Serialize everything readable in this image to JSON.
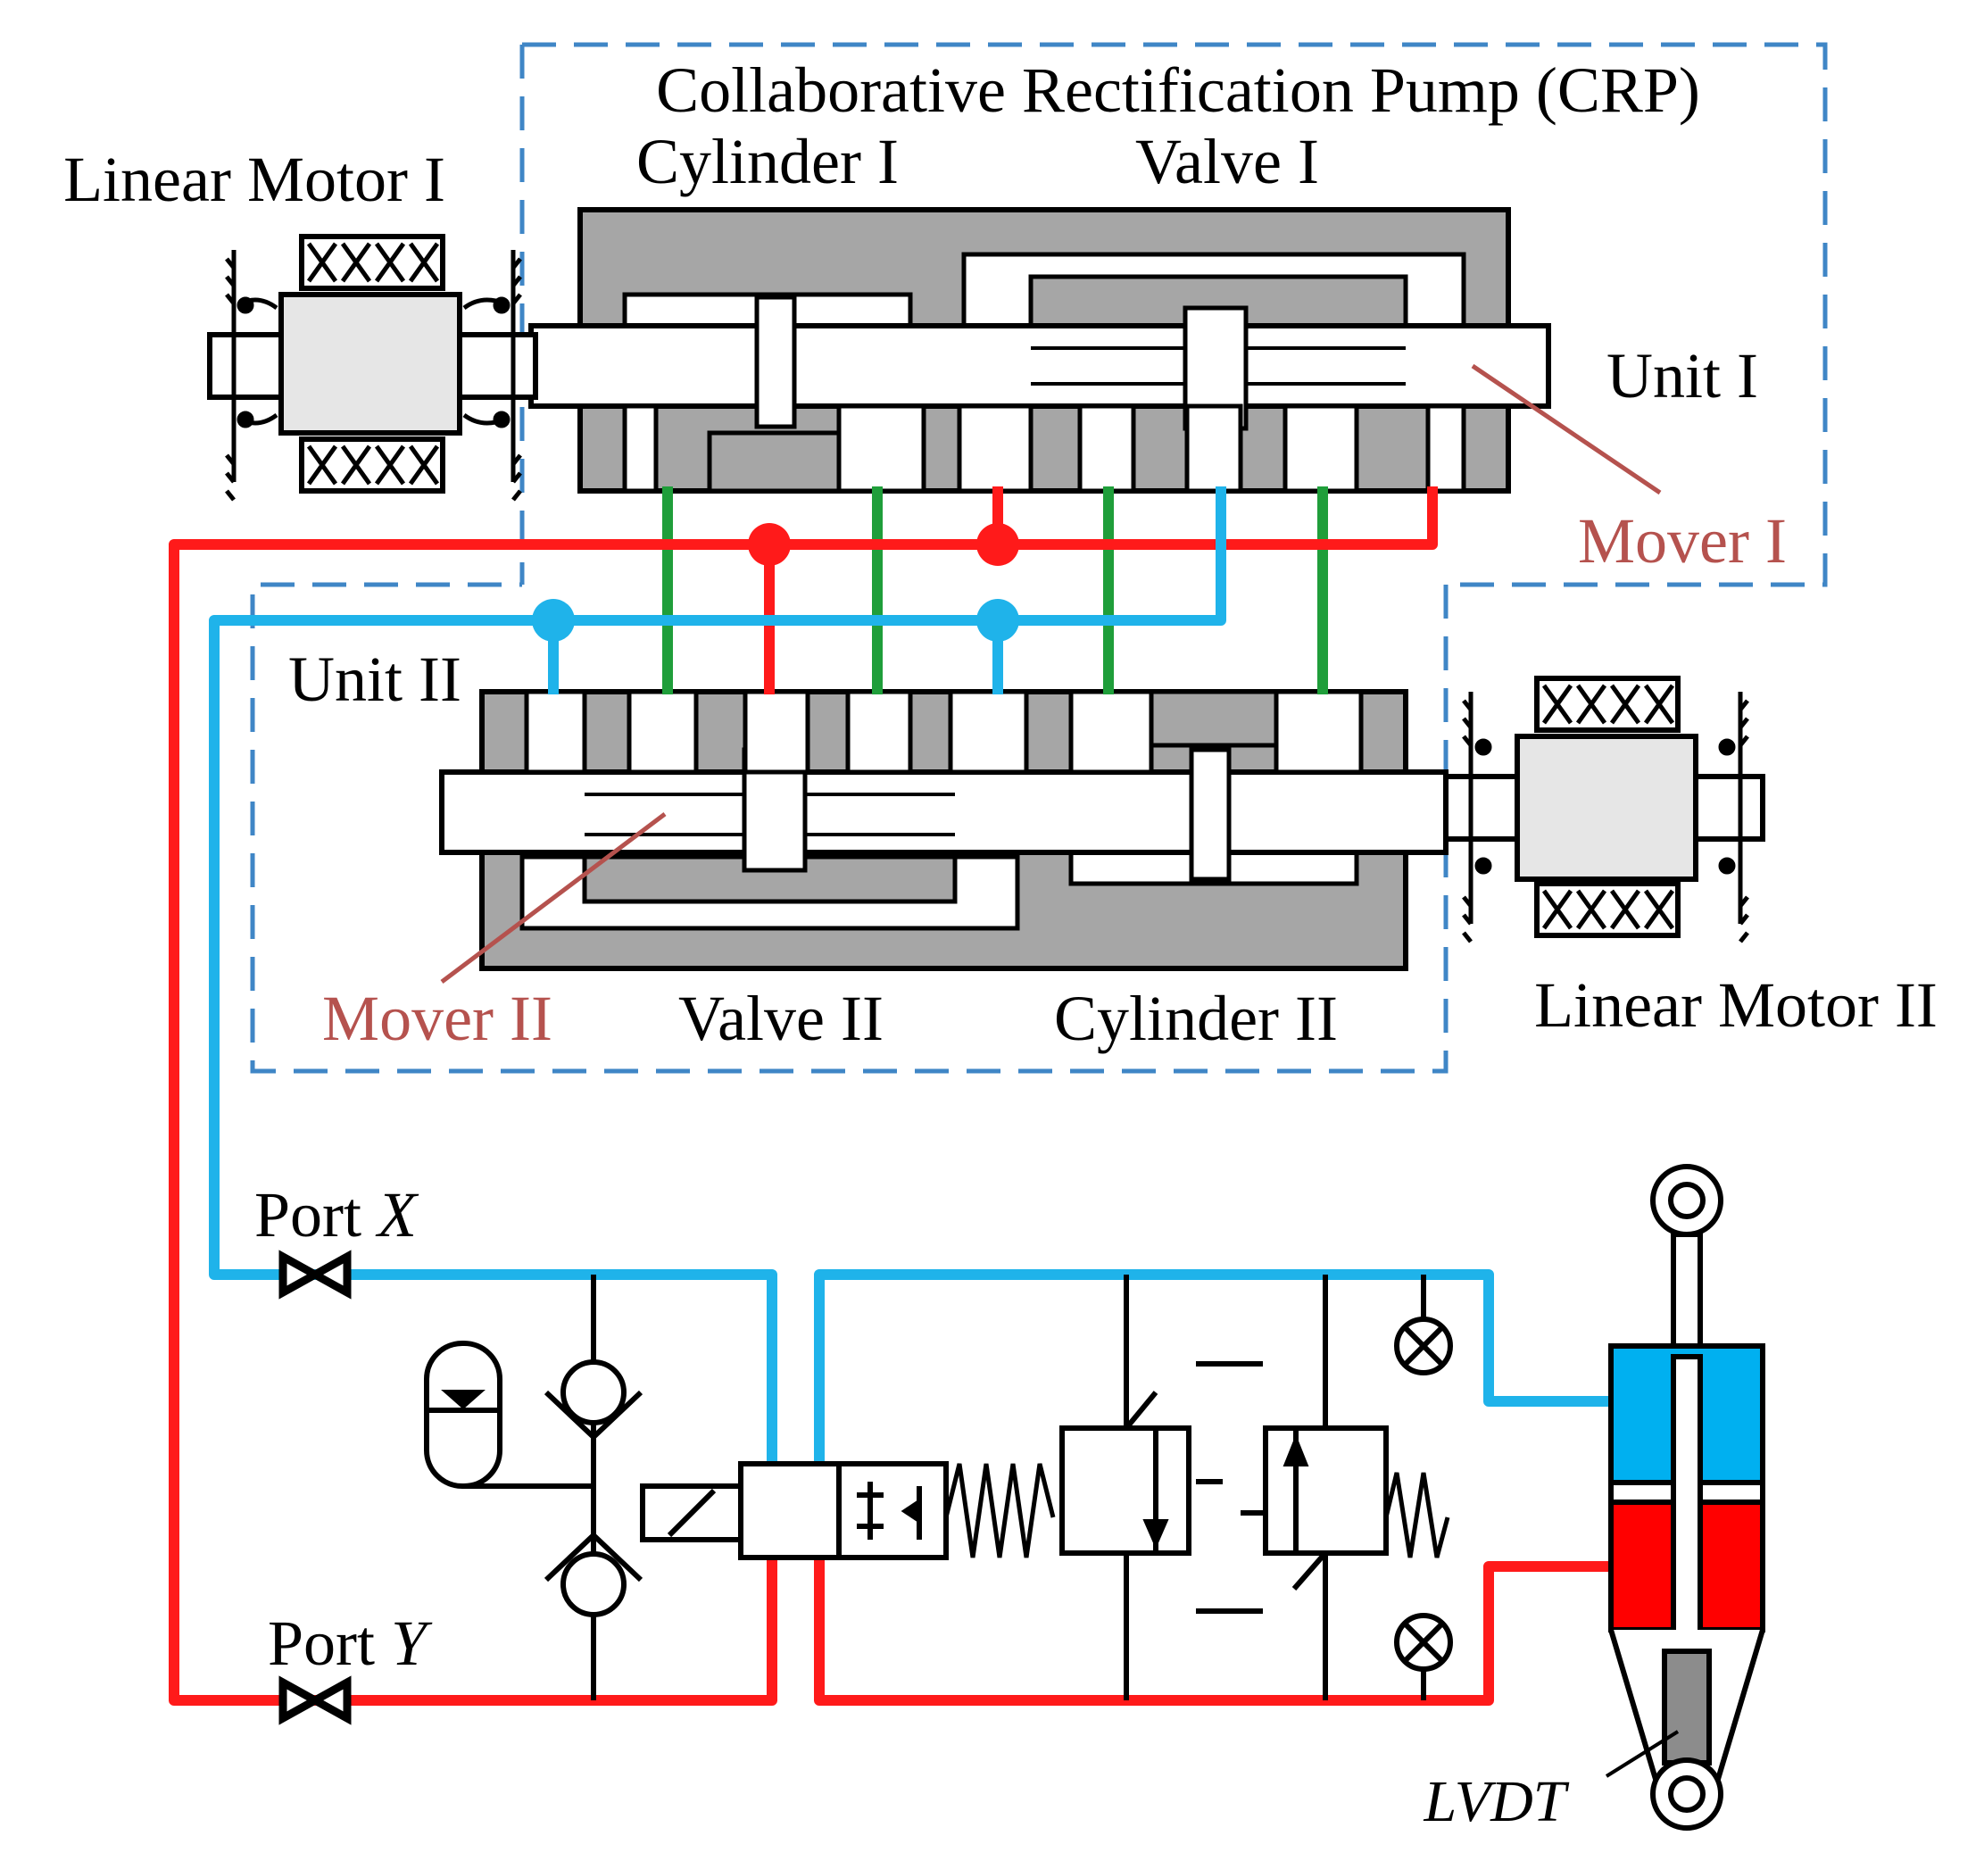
{
  "title": "Collaborative Rectification Pump (CRP)",
  "components": {
    "cylinder_1": "Cylinder I",
    "valve_1": "Valve I",
    "unit_1": "Unit I",
    "mover_1": "Mover I",
    "linear_motor_1": "Linear Motor I",
    "unit_2": "Unit II",
    "mover_2": "Mover II",
    "valve_2": "Valve II",
    "cylinder_2": "Cylinder II",
    "linear_motor_2": "Linear Motor II",
    "lvdt": "LVDT"
  },
  "ports": {
    "x_prefix": "Port ",
    "x_letter": "X",
    "y_prefix": "Port ",
    "y_letter": "Y"
  },
  "colors": {
    "blue_line": "#1fb3ea",
    "red_line": "#ff1a1a",
    "green_line": "#1f9e3a",
    "housing_gray": "#a6a6a6",
    "dash_blue": "#3f86c6",
    "annotation_red": "#b5524e"
  }
}
